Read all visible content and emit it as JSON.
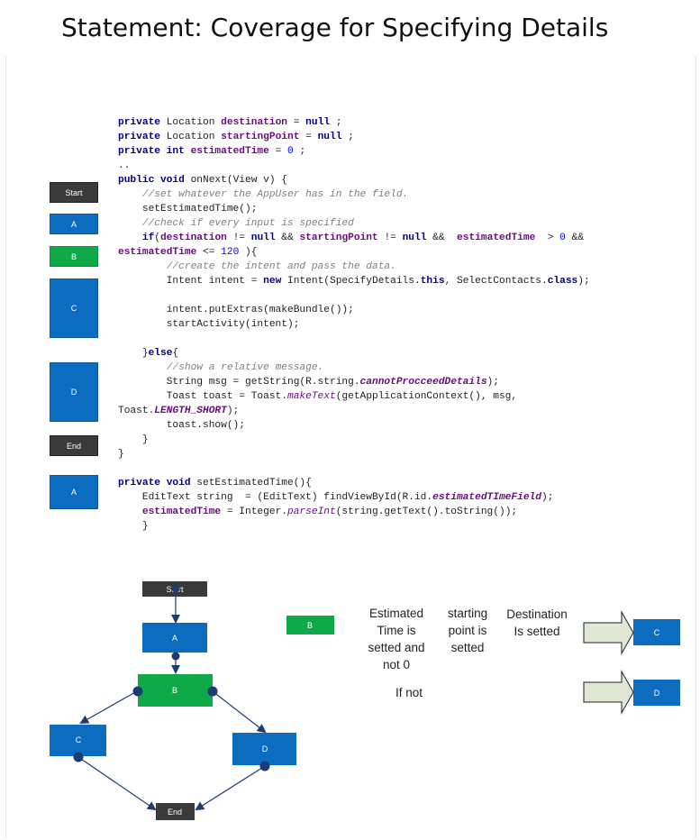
{
  "title": "Statement: Coverage for Specifying Details",
  "legend": [
    {
      "label": "Start",
      "kind": "dark"
    },
    {
      "label": "A",
      "kind": "blue"
    },
    {
      "label": "B",
      "kind": "green"
    },
    {
      "label": "C",
      "kind": "blue"
    },
    {
      "label": "D",
      "kind": "blue"
    },
    {
      "label": "End",
      "kind": "dark"
    },
    {
      "label": "A",
      "kind": "blue"
    }
  ],
  "code": [
    [
      [
        "kw",
        "private "
      ],
      [
        "",
        "Location "
      ],
      [
        "fld",
        "destination"
      ],
      [
        "",
        " = "
      ],
      [
        "kw",
        "null"
      ],
      [
        "",
        " ;"
      ]
    ],
    [
      [
        "kw",
        "private "
      ],
      [
        "",
        "Location "
      ],
      [
        "fld",
        "startingPoint"
      ],
      [
        "",
        " = "
      ],
      [
        "kw",
        "null"
      ],
      [
        "",
        " ;"
      ]
    ],
    [
      [
        "kw",
        "private int "
      ],
      [
        "fld",
        "estimatedTime"
      ],
      [
        "",
        " = "
      ],
      [
        "num",
        "0"
      ],
      [
        "",
        " ;"
      ]
    ],
    [
      [
        "",
        ".."
      ]
    ],
    [
      [
        "kw",
        "public void "
      ],
      [
        "",
        "onNext(View v) {"
      ]
    ],
    [
      [
        "",
        "    "
      ],
      [
        "cm",
        "//set whatever the AppUser has in the field."
      ]
    ],
    [
      [
        "",
        "    setEstimatedTime();"
      ]
    ],
    [
      [
        "",
        "    "
      ],
      [
        "cm",
        "//check if every input is specified"
      ]
    ],
    [
      [
        "",
        "    "
      ],
      [
        "kw",
        "if"
      ],
      [
        "",
        "("
      ],
      [
        "fld",
        "destination"
      ],
      [
        "",
        " != "
      ],
      [
        "kw",
        "null"
      ],
      [
        "",
        " && "
      ],
      [
        "fld",
        "startingPoint"
      ],
      [
        "",
        " != "
      ],
      [
        "kw",
        "null"
      ],
      [
        "",
        " &&  "
      ],
      [
        "fld",
        "estimatedTime"
      ],
      [
        "",
        "  > "
      ],
      [
        "num",
        "0"
      ],
      [
        "",
        " &&"
      ]
    ],
    [
      [
        "fld",
        "estimatedTime"
      ],
      [
        "",
        " <= "
      ],
      [
        "num",
        "120"
      ],
      [
        "",
        " ){"
      ]
    ],
    [
      [
        "",
        "        "
      ],
      [
        "cm",
        "//create the intent and pass the data."
      ]
    ],
    [
      [
        "",
        "        Intent intent = "
      ],
      [
        "kw",
        "new "
      ],
      [
        "",
        "Intent(SpecifyDetails."
      ],
      [
        "kw",
        "this"
      ],
      [
        "",
        ", SelectContacts."
      ],
      [
        "kw",
        "class"
      ],
      [
        "",
        ");"
      ]
    ],
    [
      [
        "",
        ""
      ]
    ],
    [
      [
        "",
        "        intent.putExtras(makeBundle());"
      ]
    ],
    [
      [
        "",
        "        startActivity(intent);"
      ]
    ],
    [
      [
        "",
        ""
      ]
    ],
    [
      [
        "",
        "    }"
      ],
      [
        "kw",
        "else"
      ],
      [
        "",
        "{"
      ]
    ],
    [
      [
        "",
        "        "
      ],
      [
        "cm",
        "//show a relative message."
      ]
    ],
    [
      [
        "",
        "        String msg = getString(R.string."
      ],
      [
        "it",
        "cannotProcceedDetails"
      ],
      [
        "",
        ");"
      ]
    ],
    [
      [
        "",
        "        Toast toast = Toast."
      ],
      [
        "sm",
        "makeText"
      ],
      [
        "",
        "(getApplicationContext(), msg,"
      ]
    ],
    [
      [
        "",
        "Toast."
      ],
      [
        "it",
        "LENGTH_SHORT"
      ],
      [
        "",
        ");"
      ]
    ],
    [
      [
        "",
        "        toast.show();"
      ]
    ],
    [
      [
        "",
        "    }"
      ]
    ],
    [
      [
        "",
        "}"
      ]
    ],
    [
      [
        "",
        ""
      ]
    ],
    [
      [
        "kw",
        "private void "
      ],
      [
        "",
        "setEstimatedTime(){"
      ]
    ],
    [
      [
        "",
        "    EditText string  = (EditText) findViewById(R.id."
      ],
      [
        "it",
        "estimatedTImeField"
      ],
      [
        "",
        ");"
      ]
    ],
    [
      [
        "",
        "    "
      ],
      [
        "fld",
        "estimatedTime"
      ],
      [
        "",
        " = Integer."
      ],
      [
        "sm",
        "parseInt"
      ],
      [
        "",
        "(string.getText().toString());"
      ]
    ],
    [
      [
        "",
        "    }"
      ]
    ]
  ],
  "flow": {
    "start": "Start",
    "a": "A",
    "b": "B",
    "c": "C",
    "d": "D",
    "end": "End"
  },
  "conditions": {
    "b_label": "B",
    "estimated": [
      "Estimated",
      "Time is",
      "setted and",
      "not 0"
    ],
    "starting": [
      "starting",
      "point is",
      "setted"
    ],
    "destination": [
      "Destination",
      "Is setted"
    ],
    "if_not": "If not",
    "c_label": "C",
    "d_label": "D"
  }
}
